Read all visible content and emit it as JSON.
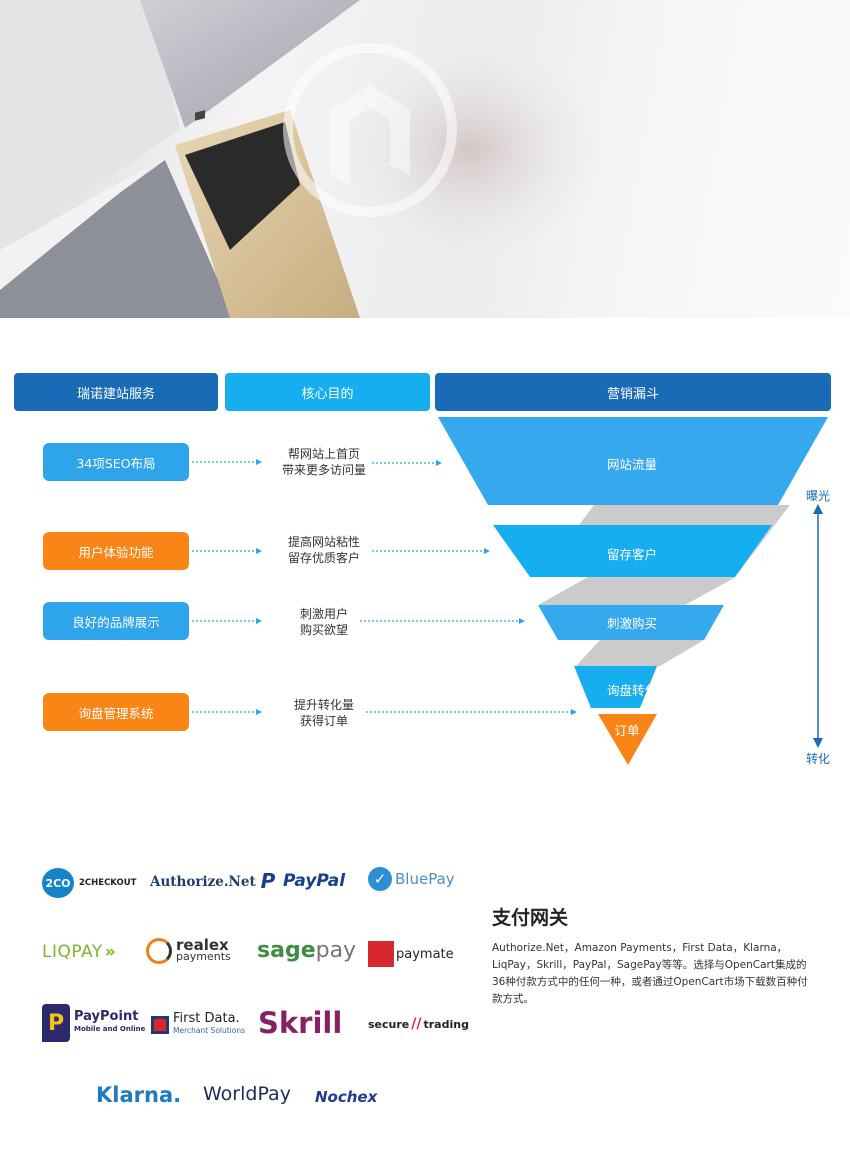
{
  "headers": {
    "service": "瑞诺建站服务",
    "goal": "核心目的",
    "funnel": "营销漏斗"
  },
  "rows": [
    {
      "service": "34项SEO布局",
      "goal_line1": "帮网站上首页",
      "goal_line2": "带来更多访问量",
      "stage": "网站流量"
    },
    {
      "service": "用户体验功能",
      "goal_line1": "提高网站粘性",
      "goal_line2": "留存优质客户",
      "stage": "留存客户"
    },
    {
      "service": "良好的品牌展示",
      "goal_line1": "刺激用户",
      "goal_line2": "购买欲望",
      "stage": "刺激购买"
    },
    {
      "service": "询盘管理系统",
      "goal_line1": "提升转化量",
      "goal_line2": "获得订单",
      "stage": "询盘转化"
    }
  ],
  "final_stage": "订单",
  "axis": {
    "top": "曝光",
    "bottom": "转化"
  },
  "payments": {
    "title": "支付网关",
    "description": "Authorize.Net，Amazon Payments，First Data，Klarna，LiqPay，Skrill，PayPal，SagePay等等。选择与OpenCart集成的36种付款方式中的任何一种，或者通过OpenCart市场下载数百种付款方式。",
    "logos": {
      "twoco_mark": "2CO",
      "twoco_text": "2CHECKOUT",
      "authorize": "Authorize.Net",
      "paypal": "PayPal",
      "bluepay": "BluePay",
      "liqpay": "LIQPAY",
      "realex_1": "realex",
      "realex_2": "payments",
      "sagepay_1": "sage",
      "sagepay_2": "pay",
      "paymate": "paymate",
      "paypoint": "PayPoint",
      "paypoint_sub": "Mobile and Online",
      "firstdata": "First Data.",
      "firstdata_sub": "Merchant Solutions",
      "skrill": "Skrill",
      "securetrading_1": "secure",
      "securetrading_2": "trading",
      "klarna": "Klarna.",
      "worldpay": "WorldPay",
      "nochex": "Nochex"
    }
  },
  "colors": {
    "dark_blue": "#1a6bb5",
    "light_blue": "#17aef0",
    "pill_blue": "#2ea4ea",
    "orange": "#f98516"
  }
}
